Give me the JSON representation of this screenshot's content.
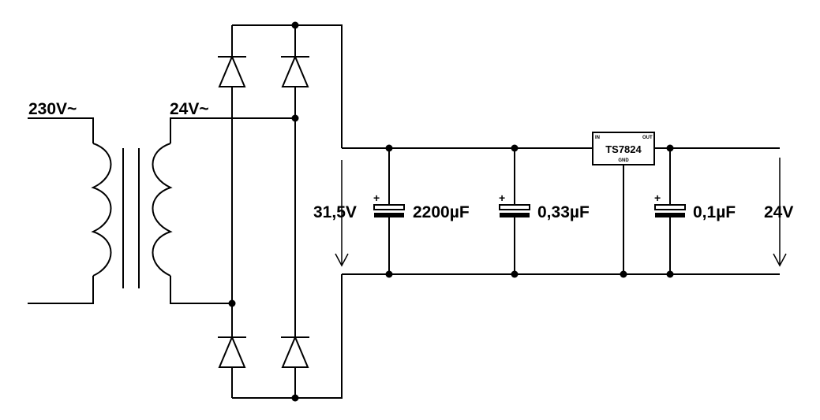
{
  "labels": {
    "primary_voltage": "230V~",
    "secondary_voltage": "24V~",
    "rectified_voltage": "31,5V",
    "output_voltage": "24V"
  },
  "capacitors": [
    {
      "value": "2200µF",
      "polarity": "+"
    },
    {
      "value": "0,33µF",
      "polarity": "+"
    },
    {
      "value": "0,1µF",
      "polarity": "+"
    }
  ],
  "regulator": {
    "name": "TS7824",
    "pin_in": "IN",
    "pin_out": "OUT",
    "pin_gnd": "GND"
  }
}
